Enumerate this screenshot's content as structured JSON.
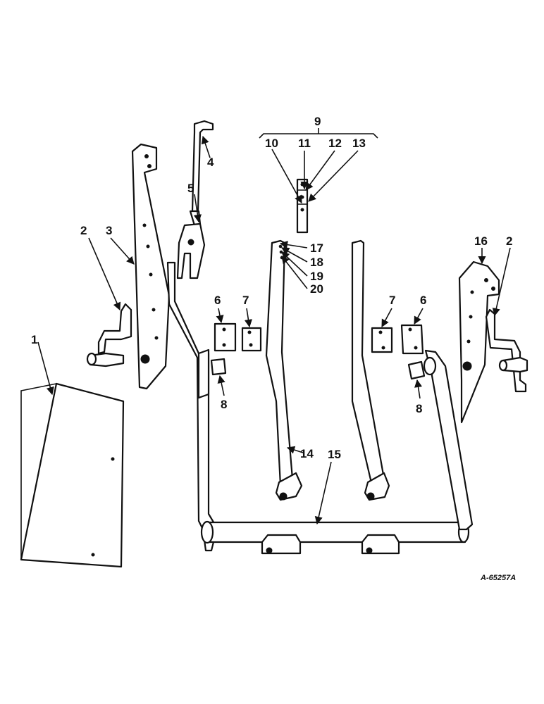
{
  "callouts": {
    "c1": "1",
    "c2a": "2",
    "c2b": "2",
    "c3": "3",
    "c4": "4",
    "c5": "5",
    "c6a": "6",
    "c6b": "6",
    "c7a": "7",
    "c7b": "7",
    "c8a": "8",
    "c8b": "8",
    "c9": "9",
    "c10": "10",
    "c11": "11",
    "c12": "12",
    "c13": "13",
    "c14": "14",
    "c15": "15",
    "c16": "16",
    "c17": "17",
    "c18": "18",
    "c19": "19",
    "c20": "20"
  },
  "drawing_number": "A-65257A"
}
